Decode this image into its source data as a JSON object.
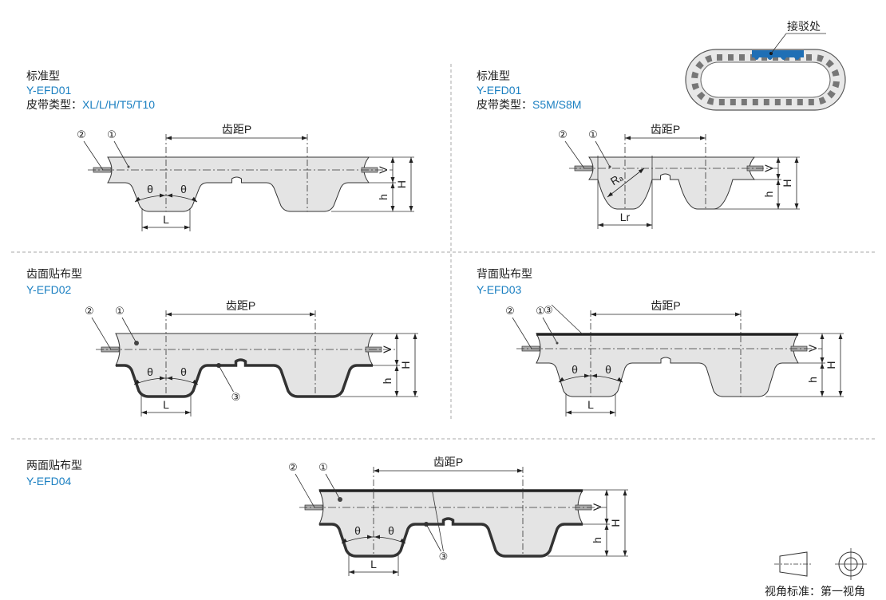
{
  "splice_label": "接驳处",
  "view_standard": "视角标准：第一视角",
  "colors": {
    "accent": "#1a7fc1",
    "belt_fill": "#e4e4e4",
    "fabric": "#333333",
    "splice": "#1f6fb5"
  },
  "common": {
    "pitch": "齿距P",
    "theta": "θ",
    "V": "V",
    "H": "H",
    "h": "h",
    "c1": "①",
    "c2": "②",
    "c3": "③"
  },
  "sections": [
    {
      "title": "标准型",
      "code": "Y-EFD01",
      "types": "皮带类型：",
      "types_value": "XL/L/H/T5/T10",
      "width_label": "L"
    },
    {
      "title": "标准型",
      "code": "Y-EFD01",
      "types": "皮带类型：",
      "types_value": "S5M/S8M",
      "width_label": "Lr",
      "radius_label": "Ra"
    },
    {
      "title": "齿面贴布型",
      "code": "Y-EFD02",
      "width_label": "L"
    },
    {
      "title": "背面贴布型",
      "code": "Y-EFD03",
      "width_label": "L"
    },
    {
      "title": "两面贴布型",
      "code": "Y-EFD04",
      "width_label": "L"
    }
  ]
}
